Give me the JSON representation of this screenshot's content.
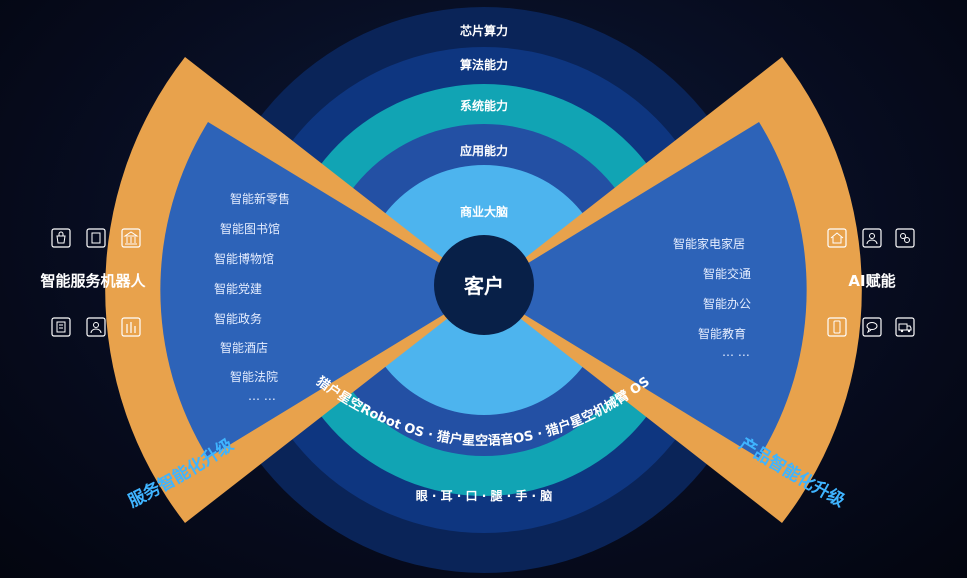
{
  "center": "客户",
  "rings": [
    "芯片算力",
    "算法能力",
    "系统能力",
    "应用能力",
    "商业大脑"
  ],
  "os_line": "猎户星空Robot OS · 猎户星空语音OS · 猎户星空机械臂 OS",
  "senses_line": "眼 · 耳 · 口 · 腿 · 手 · 脑",
  "left": {
    "title": "智能服务机器人",
    "items": [
      "智能新零售",
      "智能图书馆",
      "智能博物馆",
      "智能党建",
      "智能政务",
      "智能酒店",
      "智能法院",
      "… …"
    ],
    "caption": "服务智能化升级",
    "icons": [
      "shopping-bag-icon",
      "book-icon",
      "museum-icon",
      "government-icon",
      "person-icon",
      "hotel-icon"
    ]
  },
  "right": {
    "title": "AI赋能",
    "items": [
      "智能家电家居",
      "智能交通",
      "智能办公",
      "智能教育",
      "… …"
    ],
    "caption": "产品智能化升级",
    "icons": [
      "house-icon",
      "user-icon",
      "network-icon",
      "phone-icon",
      "chat-icon",
      "truck-icon"
    ]
  },
  "colors": {
    "orange": "#e8a24c",
    "wing_blue": "#2d63b8",
    "ring_outer": "#0c2c6a",
    "ring2": "#0f3d8c",
    "ring_teal": "#12a6b6",
    "ring4": "#2352a6",
    "ring_inner": "#4fb6ee",
    "center": "#082048",
    "caption": "#3fb4ff"
  }
}
